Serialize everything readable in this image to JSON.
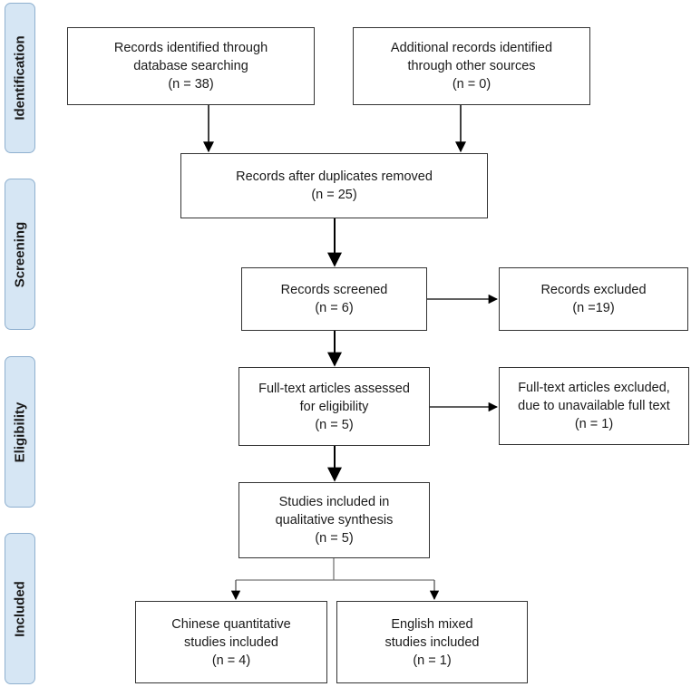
{
  "phases": {
    "identification": "Identification",
    "screening": "Screening",
    "eligibility": "Eligibility",
    "included": "Included"
  },
  "boxes": {
    "database": {
      "line1": "Records identified through",
      "line2": "database searching",
      "line3": "(n = 38)"
    },
    "other": {
      "line1": "Additional records identified",
      "line2": "through other sources",
      "line3": "(n = 0)"
    },
    "duplicates": {
      "line1": "Records after duplicates removed",
      "line2": "(n = 25)"
    },
    "screened": {
      "line1": "Records screened",
      "line2": "(n = 6)"
    },
    "excluded": {
      "line1": "Records excluded",
      "line2": "(n =19)"
    },
    "fulltext": {
      "line1": "Full-text articles assessed",
      "line2": "for eligibility",
      "line3": "(n = 5)"
    },
    "fulltext_excluded": {
      "line1": "Full-text articles excluded,",
      "line2": "due to unavailable full text",
      "line3": "(n = 1)"
    },
    "qualitative": {
      "line1": "Studies included in",
      "line2": "qualitative synthesis",
      "line3": "(n = 5)"
    },
    "chinese": {
      "line1": "Chinese quantitative",
      "line2": "studies included",
      "line3": "(n = 4)"
    },
    "english": {
      "line1": "English mixed",
      "line2": "studies included",
      "line3": "(n = 1)"
    }
  }
}
